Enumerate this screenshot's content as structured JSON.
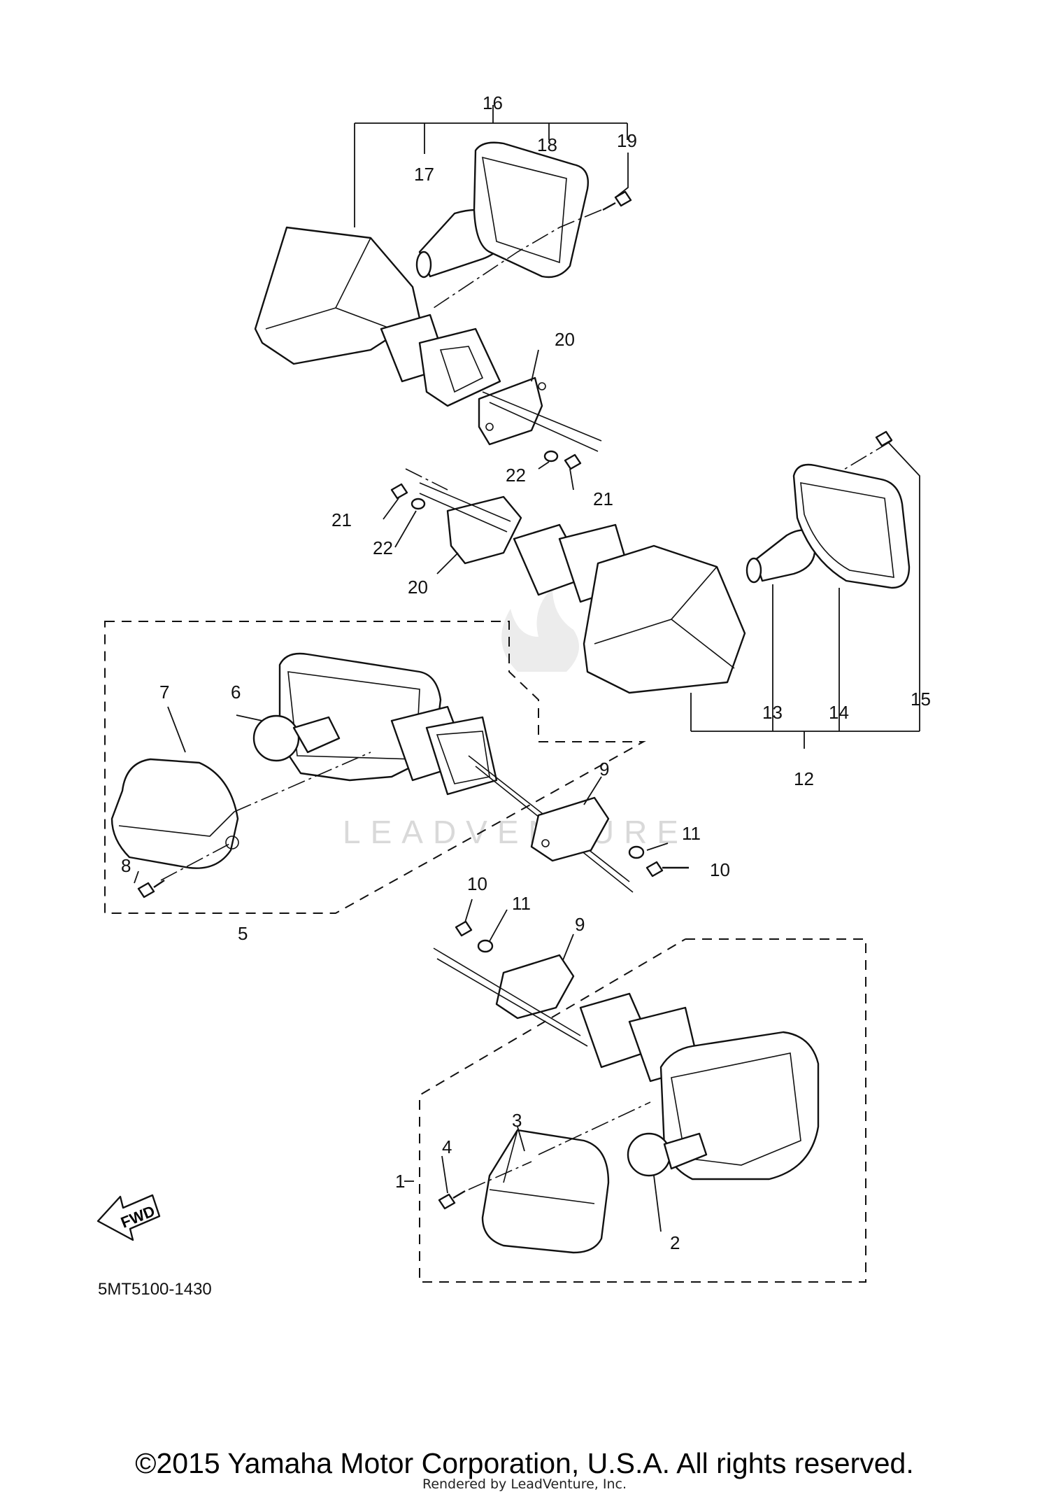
{
  "diagram": {
    "callouts": {
      "c1": "1",
      "c2": "2",
      "c3": "3",
      "c4": "4",
      "c5": "5",
      "c6": "6",
      "c7": "7",
      "c8": "8",
      "c9a": "9",
      "c9b": "9",
      "c10a": "10",
      "c10b": "10",
      "c11a": "11",
      "c11b": "11",
      "c12": "12",
      "c13": "13",
      "c14": "14",
      "c15": "15",
      "c16": "16",
      "c17": "17",
      "c18": "18",
      "c19": "19",
      "c20a": "20",
      "c20b": "20",
      "c21a": "21",
      "c21b": "21",
      "c22a": "22",
      "c22b": "22"
    },
    "fwd_label": "FWD",
    "diagram_code": "5MT5100-1430",
    "watermark": "LEADVENTURE"
  },
  "footer": {
    "copyright": "©2015 Yamaha Motor Corporation, U.S.A. All rights reserved.",
    "rendered_by": "Rendered by LeadVenture, Inc."
  }
}
